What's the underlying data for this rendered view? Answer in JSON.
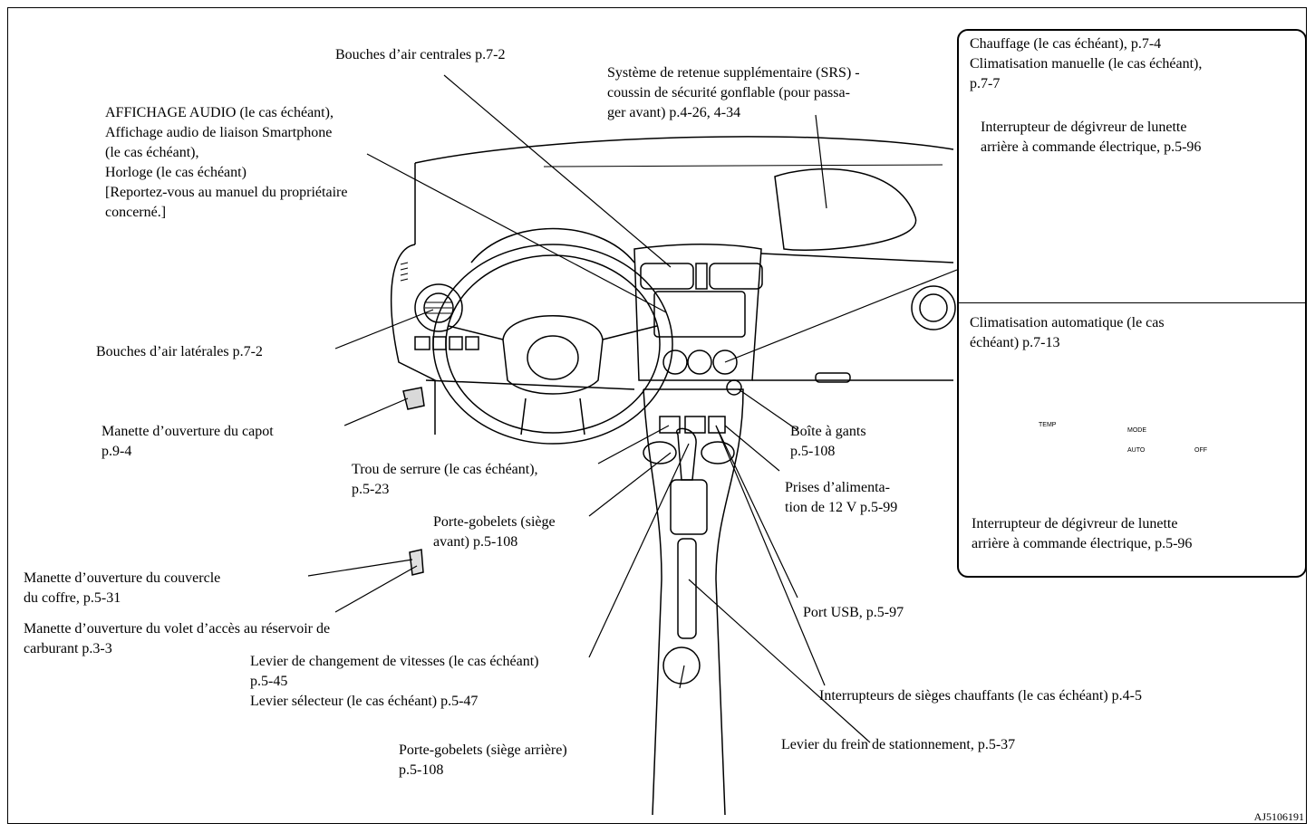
{
  "figure_id": "AJ5106191",
  "labels": {
    "bouches_centrales": [
      "Bouches d’air centrales p.7-2"
    ],
    "srs": [
      "Système de retenue supplémentaire (SRS) -",
      "coussin de sécurité gonflable (pour passa-",
      "ger avant) p.4-26, 4-34"
    ],
    "audio": [
      "AFFICHAGE AUDIO (le cas échéant),",
      "Affichage audio de liaison Smartphone",
      "(le cas échéant),",
      "Horloge (le cas échéant)",
      "[Reportez-vous au manuel du propriétaire",
      "concerné.]"
    ],
    "bouches_laterales": [
      "Bouches d’air latérales p.7-2"
    ],
    "capot": [
      "Manette d’ouverture du capot",
      "p.9-4"
    ],
    "serrure": [
      "Trou de serrure (le cas échéant),",
      "p.5-23"
    ],
    "gobelets_avant": [
      "Porte-gobelets (siège",
      "avant) p.5-108"
    ],
    "coffre": [
      "Manette d’ouverture du couvercle",
      "du coffre, p.5-31"
    ],
    "reservoir": [
      "Manette d’ouverture du volet d’accès au réservoir de",
      "carburant p.3-3"
    ],
    "levier_vitesses": [
      "Levier de changement de vitesses (le cas échéant)",
      "p.5-45",
      "Levier sélecteur (le cas échéant) p.5-47"
    ],
    "gobelets_arriere": [
      "Porte-gobelets (siège arrière)",
      "p.5-108"
    ],
    "frein": [
      "Levier du frein de stationnement, p.5-37"
    ],
    "sieges_chauffants": [
      "Interrupteurs de sièges chauffants (le cas échéant) p.4-5"
    ],
    "usb": [
      "Port USB, p.5-97"
    ],
    "prises": [
      "Prises d’alimenta-",
      "tion de 12 V p.5-99"
    ],
    "boite_gants": [
      "Boîte à gants",
      "p.5-108"
    ]
  },
  "panel": {
    "manual_title": [
      "Chauffage (le cas échéant), p.7-4",
      "Climatisation manuelle (le cas échéant),",
      "p.7-7"
    ],
    "manual_defrost": [
      "Interrupteur de dégivreur de lunette",
      "arrière à commande électrique, p.5-96"
    ],
    "auto_title": [
      "Climatisation automatique (le cas",
      "échéant) p.7-13"
    ],
    "auto_defrost": [
      "Interrupteur de dégivreur de lunette",
      "arrière à commande électrique, p.5-96"
    ],
    "buttons": {
      "temp": "TEMP",
      "mode": "MODE",
      "auto": "AUTO",
      "off": "OFF"
    }
  }
}
